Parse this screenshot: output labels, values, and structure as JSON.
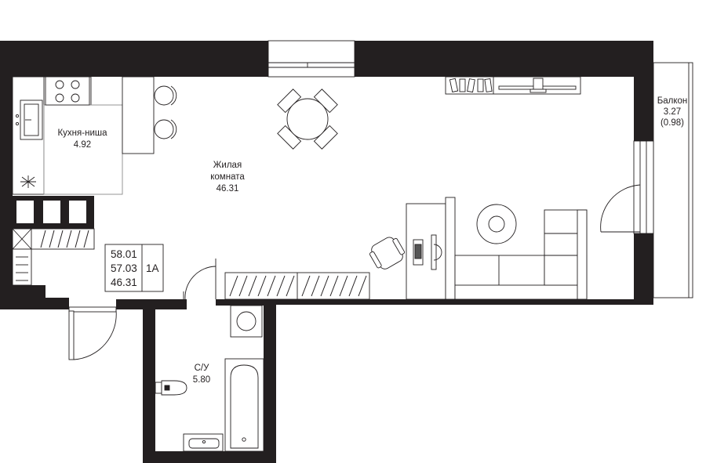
{
  "rooms": {
    "kitchen": {
      "name": "Кухня-ниша",
      "area": "4.92"
    },
    "living": {
      "name_line1": "Жилая",
      "name_line2": "комната",
      "area": "46.31"
    },
    "bathroom": {
      "name": "С/У",
      "area": "5.80"
    },
    "balcony": {
      "name": "Балкон",
      "area": "3.27",
      "area_reduced": "(0.98)"
    }
  },
  "summary": {
    "total_area": "58.01",
    "area_without_balcony": "57.03",
    "living_area": "46.31",
    "apartment_type": "1А"
  }
}
